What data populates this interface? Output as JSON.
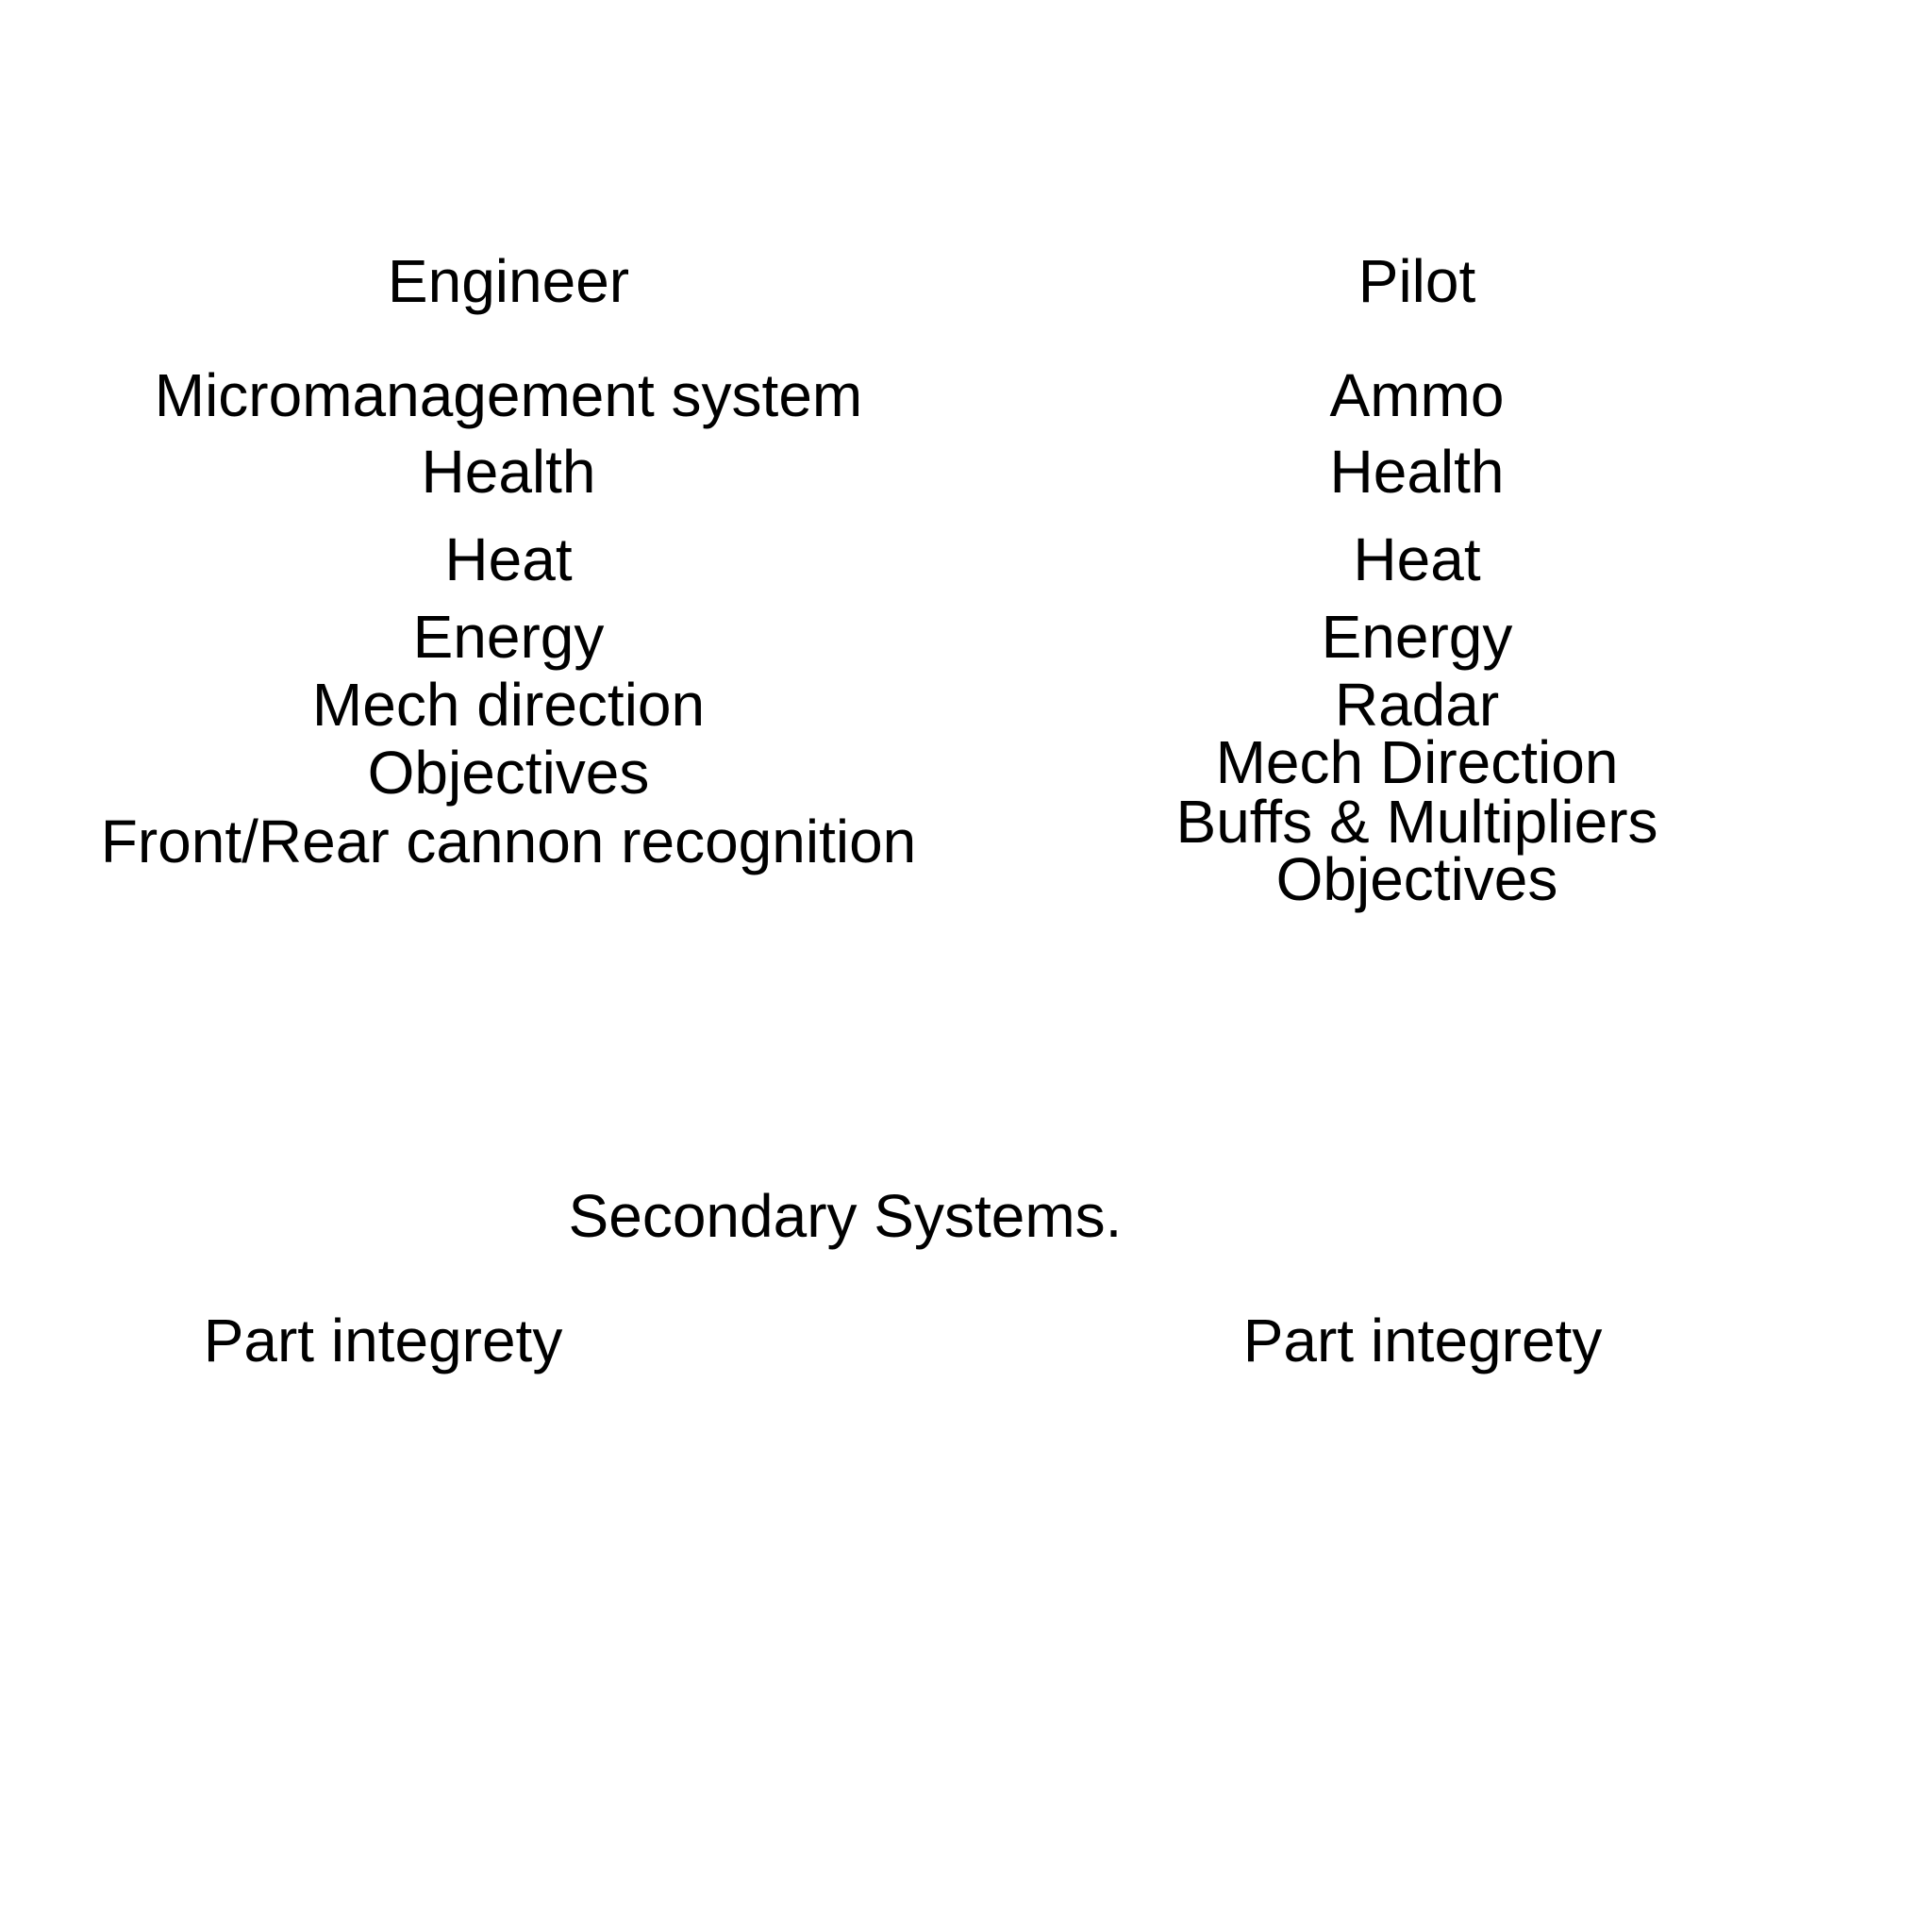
{
  "engineer": {
    "title": "Engineer",
    "items": [
      "Micromanagement system",
      "Health",
      "Heat",
      "Energy",
      "Mech direction",
      "Objectives",
      "Front/Rear cannon recognition"
    ]
  },
  "pilot": {
    "title": "Pilot",
    "items": [
      "Ammo",
      "Health",
      "Heat",
      "Energy",
      "Radar",
      "Mech Direction",
      "Buffs & Multipliers",
      "Objectives"
    ]
  },
  "secondary": {
    "title": "Secondary Systems.",
    "engineer_item": "Part integrety",
    "pilot_item": "Part integrety"
  }
}
